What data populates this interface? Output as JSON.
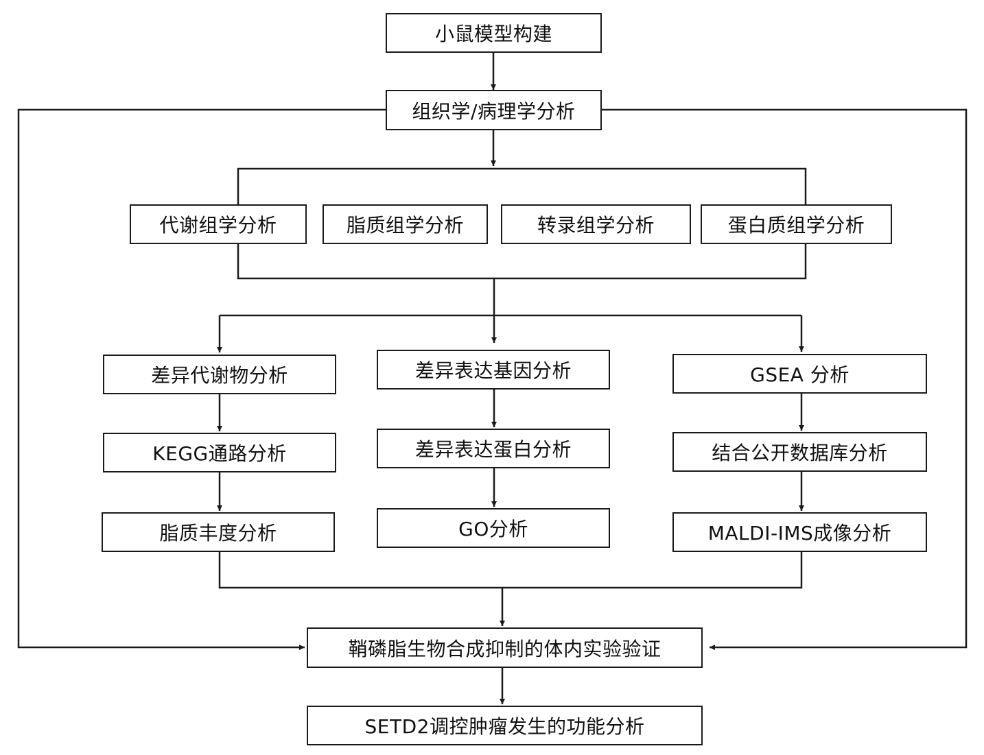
{
  "nodes": {
    "mouse_model": "小鼠模型构建",
    "histology": "组织学/病理学分析",
    "metabolomics": "代谢组学分析",
    "lipidomics": "脂质组学分析",
    "transcriptomics": "转录组学分析",
    "proteomics": "蛋白质组学分析",
    "diff_metabolite": "差异代谢物分析",
    "kegg": "KEGG通路分析",
    "lipid_abundance": "脂质丰度分析",
    "deg": "差异表达基因分析",
    "dep": "差异表达蛋白分析",
    "go": "GO分析",
    "gsea": "GSEA 分析",
    "public_db": "结合公开数据库分析",
    "maldi": "MALDI-IMS成像分析",
    "sphingolipid": "鞘磷脂生物合成抑制的体内实验验证",
    "setd2": "SETD2调控肿瘤发生的功能分析"
  }
}
